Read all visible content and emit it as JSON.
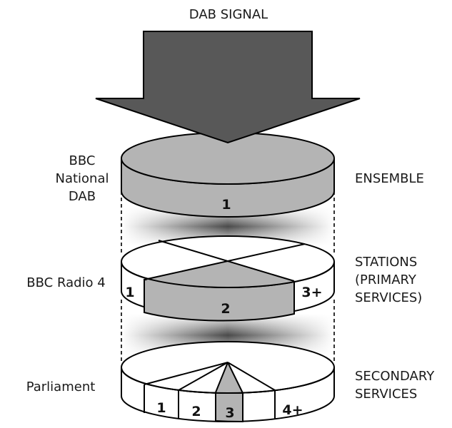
{
  "title": "DAB SIGNAL",
  "layers": [
    {
      "left_label": "BBC\nNational\nDAB",
      "right_label": "ENSEMBLE",
      "segments": [
        "1"
      ]
    },
    {
      "left_label": "BBC Radio 4",
      "right_label": "STATIONS\n(PRIMARY\nSERVICES)",
      "segments": [
        "1",
        "2",
        "3+"
      ]
    },
    {
      "left_label": "Parliament",
      "right_label": "SECONDARY\nSERVICES",
      "segments": [
        "1",
        "2",
        "3",
        "4+"
      ]
    }
  ],
  "colors": {
    "arrow_fill": "#585858",
    "highlight_fill": "#b4b4b4",
    "outline": "#000000",
    "background": "#ffffff"
  }
}
